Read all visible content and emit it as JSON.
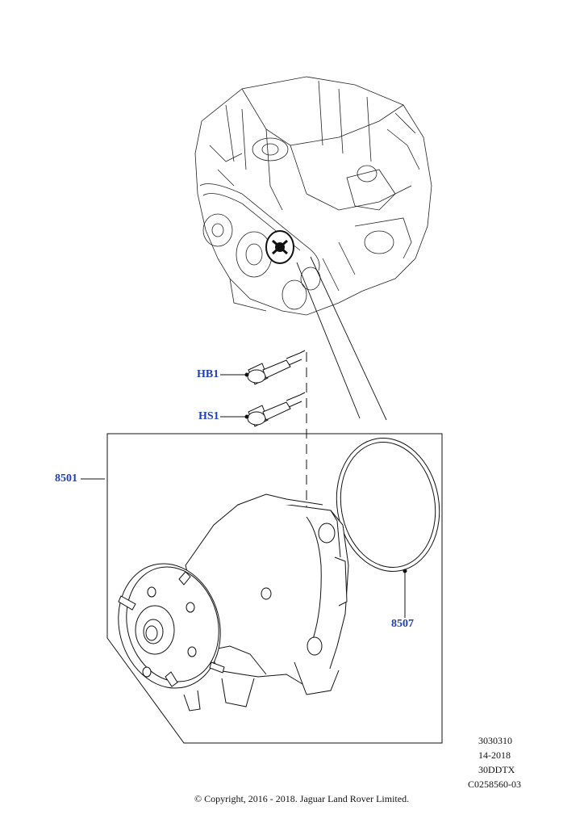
{
  "callouts": {
    "hb1": "HB1",
    "hs1": "HS1",
    "pump": "8501",
    "gasket": "8507"
  },
  "meta": {
    "line1": "3030310",
    "line2": "14-2018",
    "line3": "30DDTX",
    "line4": "C0258560-03"
  },
  "copyright": "© Copyright, 2016 - 2018. Jaguar Land Rover Limited.",
  "colors": {
    "callout": "#1f3fb4",
    "line": "#111111"
  }
}
